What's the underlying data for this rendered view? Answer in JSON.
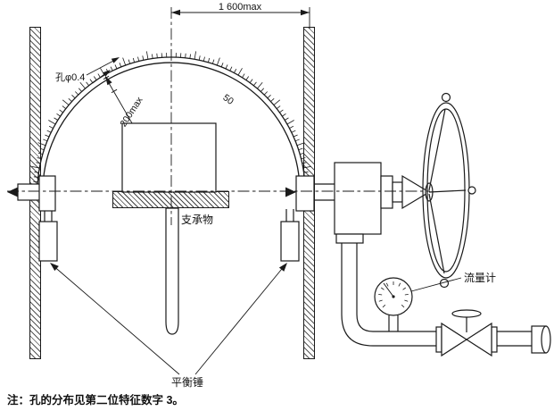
{
  "figure": {
    "note": "注：孔的分布见第二位特征数字 3。",
    "labels": {
      "radius_dim": "1 600max",
      "hole_dia": "孔φ0.4",
      "distance_dim": "200max",
      "scale_mark": "50",
      "support": "支承物",
      "balance_weight": "平衡锤",
      "flow_meter": "流量计"
    },
    "colors": {
      "line": "#1a1a1a",
      "background": "#ffffff"
    }
  }
}
